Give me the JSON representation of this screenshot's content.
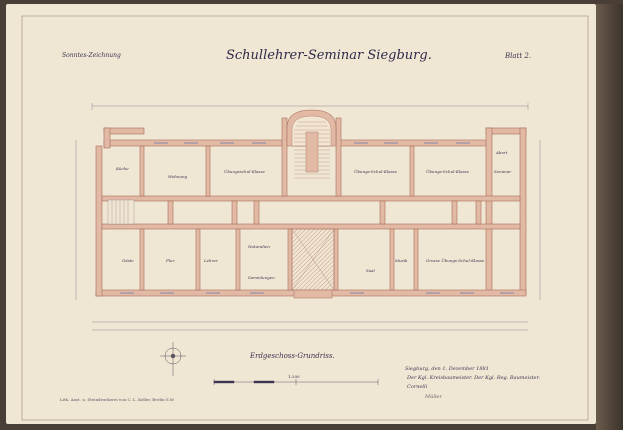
{
  "sheet": {
    "header_left": "Sonntes-Zeichnung",
    "title": "Schullehrer-Seminar Siegburg.",
    "sheet_number": "Blatt 2.",
    "subtitle": "Erdgeschoss-Grundriss.",
    "signature_lines": [
      "Siegburg, den 1. Dezember 1881",
      "Der Kgl. Kreisbaumeister.  Der Kgl. Reg. Baumeister.",
      "Cornelli"
    ],
    "signature_mark": "Müller",
    "stamp": "Lith. Anst. u. Steindruckerei von C. L. Keller, Berlin S.W.",
    "scale_label": "1:200"
  },
  "rooms": [
    {
      "id": "kueche",
      "label": "Küche"
    },
    {
      "id": "wohnung",
      "label": "Wohnung"
    },
    {
      "id": "uebungsschule",
      "label": "Übungsschul-Klasse"
    },
    {
      "id": "uebung1",
      "label": "Übungs-Schul-Klasse"
    },
    {
      "id": "uebung2",
      "label": "Übungs-Schul-Klasse"
    },
    {
      "id": "abort",
      "label": "Abort"
    },
    {
      "id": "seminar",
      "label": "Seminar"
    },
    {
      "id": "flur",
      "label": "Flur"
    },
    {
      "id": "lehrer",
      "label": "Lehrer"
    },
    {
      "id": "naturalien",
      "label": "Naturalien"
    },
    {
      "id": "sammlungen",
      "label": "Sammlungen"
    },
    {
      "id": "saal",
      "label": "Saal"
    },
    {
      "id": "musik",
      "label": "Musik"
    },
    {
      "id": "grosse",
      "label": "Grosse Übungs-Schul-Klasse"
    },
    {
      "id": "gaeste",
      "label": "Gäste"
    }
  ]
}
